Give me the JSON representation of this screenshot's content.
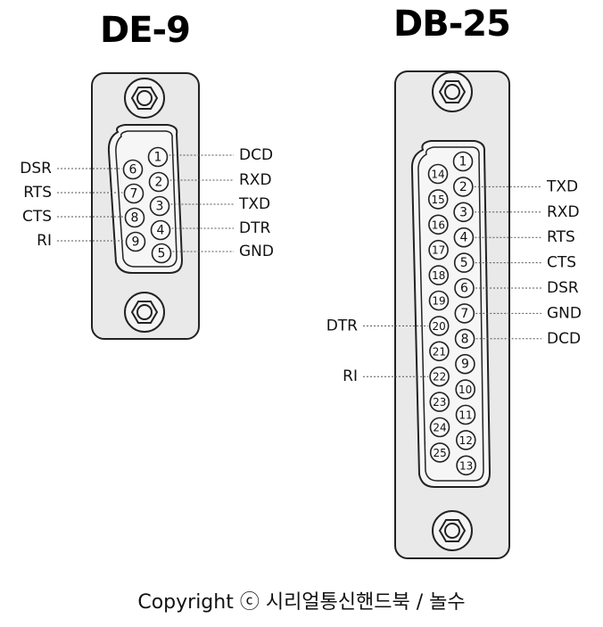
{
  "de9": {
    "title": "DE-9",
    "pins": [
      "1",
      "2",
      "3",
      "4",
      "5",
      "6",
      "7",
      "8",
      "9"
    ],
    "right_labels": [
      "DCD",
      "RXD",
      "TXD",
      "DTR",
      "GND"
    ],
    "left_labels": [
      "DSR",
      "RTS",
      "CTS",
      "RI"
    ]
  },
  "db25": {
    "title": "DB-25",
    "pins": [
      "1",
      "2",
      "3",
      "4",
      "5",
      "6",
      "7",
      "8",
      "9",
      "10",
      "11",
      "12",
      "13",
      "14",
      "15",
      "16",
      "17",
      "18",
      "19",
      "20",
      "21",
      "22",
      "23",
      "24",
      "25"
    ],
    "right_labels": [
      "TXD",
      "RXD",
      "RTS",
      "CTS",
      "DSR",
      "GND",
      "DCD"
    ],
    "left_labels": [
      "DTR",
      "RI"
    ]
  },
  "footer": {
    "copyright": "Copyright ⓒ 시리얼통신핸드북 / 놀수"
  }
}
